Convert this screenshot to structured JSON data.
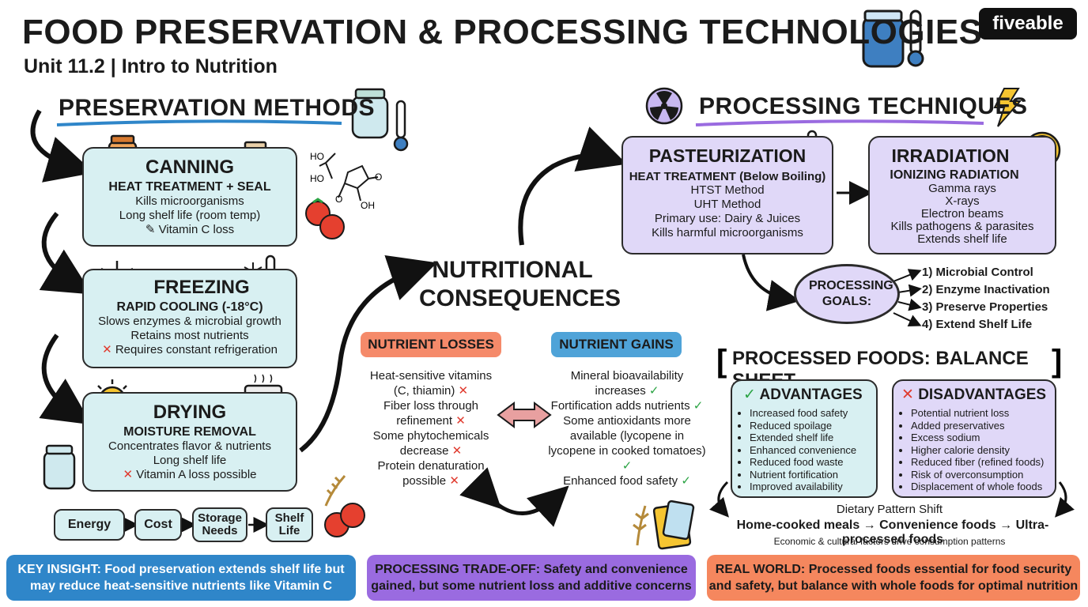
{
  "header": {
    "title": "FOOD PRESERVATION & PROCESSING TECHNOLOGIES",
    "subtitle": "Unit 11.2 | Intro to Nutrition",
    "logo": "fiveable"
  },
  "preservation": {
    "heading": "PRESERVATION METHODS",
    "canning": {
      "title": "CANNING",
      "subtitle": "HEAT TREATMENT + SEAL",
      "lines": [
        "Kills microorganisms",
        "Long shelf life (room temp)",
        "Vitamin C loss"
      ]
    },
    "freezing": {
      "title": "FREEZING",
      "subtitle": "RAPID COOLING (-18°C)",
      "lines": [
        "Slows enzymes & microbial growth",
        "Retains most nutrients",
        "Requires constant refrigeration"
      ]
    },
    "drying": {
      "title": "DRYING",
      "subtitle": "MOISTURE REMOVAL",
      "lines": [
        "Concentrates flavor & nutrients",
        "Long shelf life",
        "Vitamin A loss possible"
      ]
    },
    "molecule_labels": [
      "HO",
      "HO",
      "O",
      "O",
      "OH"
    ],
    "flow": [
      "Energy",
      "Cost",
      "Storage Needs",
      "Shelf Life"
    ]
  },
  "consequences": {
    "heading": "NUTRITIONAL CONSEQUENCES",
    "losses_label": "NUTRIENT LOSSES",
    "gains_label": "NUTRIENT GAINS",
    "losses": [
      "Heat-sensitive vitamins (C, thiamin)",
      "Fiber loss through refinement",
      "Some phytochemicals decrease",
      "Protein denaturation possible"
    ],
    "gains": [
      "Mineral bioavailability increases",
      "Fortification adds nutrients",
      "Some antioxidants more available (lycopene in lycopene in cooked tomatoes)",
      "Enhanced food safety"
    ]
  },
  "processing": {
    "heading": "PROCESSING TECHNIQUES",
    "pasteurization": {
      "title": "PASTEURIZATION",
      "subtitle": "HEAT TREATMENT (Below Boiling)",
      "lines": [
        "HTST Method",
        "UHT Method",
        "Primary use: Dairy & Juices",
        "Kills harmful microorganisms"
      ]
    },
    "irradiation": {
      "title": "IRRADIATION",
      "subtitle": "IONIZING RADIATION",
      "lines": [
        "Gamma rays",
        "X-rays",
        "Electron beams",
        "Kills pathogens & parasites",
        "Extends shelf life"
      ]
    },
    "goals_label": "PROCESSING GOALS:",
    "goals": [
      "1) Microbial Control",
      "2) Enzyme Inactivation",
      "3) Preserve Properties",
      "4) Extend Shelf Life"
    ]
  },
  "balance": {
    "heading": "PROCESSED FOODS: BALANCE SHEET",
    "advantages_title": "ADVANTAGES",
    "advantages": [
      "Increased food safety",
      "Reduced spoilage",
      "Extended shelf life",
      "Enhanced convenience",
      "Reduced food waste",
      "Nutrient fortification",
      "Improved availability"
    ],
    "disadvantages_title": "DISADVANTAGES",
    "disadvantages": [
      "Potential nutrient loss",
      "Added preservatives",
      "Excess sodium",
      "Higher calorie density",
      "Reduced fiber (refined foods)",
      "Risk of overconsumption",
      "Displacement of whole foods"
    ],
    "shift_title": "Dietary Pattern Shift",
    "shift_line": "Home-cooked meals → Convenience foods → Ultra-processed foods",
    "shift_note": "Economic & cultural factors drive consumption patterns"
  },
  "footer": {
    "key_insight_label": "KEY INSIGHT:",
    "key_insight_text": "Food preservation extends shelf life but may reduce heat-sensitive nutrients like Vitamin C",
    "tradeoff_label": "PROCESSING TRADE-OFF:",
    "tradeoff_text": "Safety and convenience gained, but some nutrient loss and additive concerns",
    "real_world_label": "REAL WORLD:",
    "real_world_text": "Processed foods essential for food security and safety, but balance with whole foods for optimal nutrition"
  },
  "colors": {
    "teal_box": "#d8f0f2",
    "lavender_box": "#e0d8f8",
    "loss_pill": "#f58a6a",
    "gain_pill": "#4fa3d8",
    "insight_bar": "#2f86c9",
    "tradeoff_bar": "#9a6be0",
    "realworld_bar": "#f5875e"
  }
}
